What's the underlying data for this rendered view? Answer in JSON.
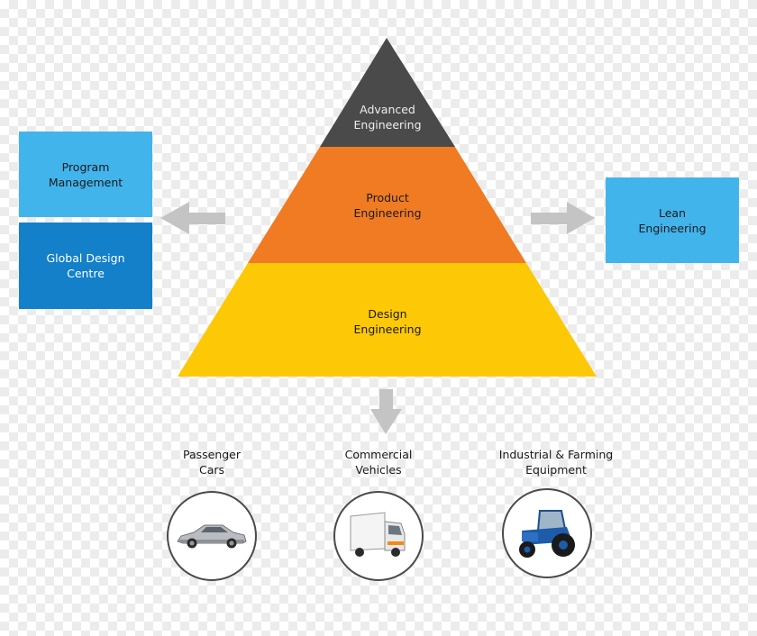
{
  "pyramid": {
    "top": {
      "label": "Advanced\nEngineering",
      "color": "#4a4a4a"
    },
    "middle": {
      "label": "Product\nEngineering",
      "color": "#f07b22"
    },
    "bottom": {
      "label": "Design\nEngineering",
      "color": "#fdc806"
    }
  },
  "left_boxes": {
    "program": {
      "label": "Program\nManagement",
      "color": "#42b4ec"
    },
    "global": {
      "label": "Global Design\nCentre",
      "color": "#1380c9"
    }
  },
  "right_box": {
    "label": "Lean\nEngineering",
    "color": "#42b4ec"
  },
  "categories": [
    {
      "label": "Passenger\nCars",
      "icon": "car-icon"
    },
    {
      "label": "Commercial\nVehicles",
      "icon": "truck-icon"
    },
    {
      "label": "Industrial & Farming\nEquipment",
      "icon": "tractor-icon"
    }
  ],
  "arrow_color": "#c4c4c4"
}
